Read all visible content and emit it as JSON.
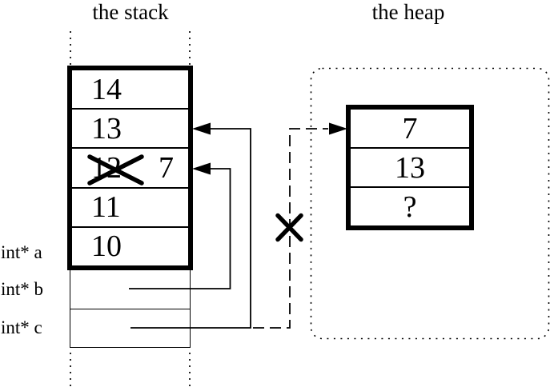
{
  "diagram": {
    "stack": {
      "title": "the stack",
      "cells": [
        {
          "value": "14",
          "crossed_out": false
        },
        {
          "value": "13",
          "crossed_out": false
        },
        {
          "value": "12",
          "crossed_out": true,
          "new_value": "7"
        },
        {
          "value": "11",
          "crossed_out": false
        },
        {
          "value": "10",
          "crossed_out": false
        }
      ],
      "pointer_labels": {
        "a": "int* a",
        "b": "int* b",
        "c": "int* c"
      }
    },
    "heap": {
      "title": "the heap",
      "cells": [
        {
          "value": "7"
        },
        {
          "value": "13"
        },
        {
          "value": "?"
        }
      ]
    },
    "links": [
      {
        "from": "int* b",
        "to": "stack cell with crossed-out 12 / 7",
        "style": "solid-arrow"
      },
      {
        "from": "int* c",
        "to": "stack cell 13",
        "style": "solid-arrow"
      },
      {
        "from": "int* c",
        "to": "heap cell 7",
        "style": "dashed-arrow",
        "crossed_out": true
      }
    ],
    "colors": {
      "ink": "#000000",
      "background": "#ffffff"
    }
  }
}
